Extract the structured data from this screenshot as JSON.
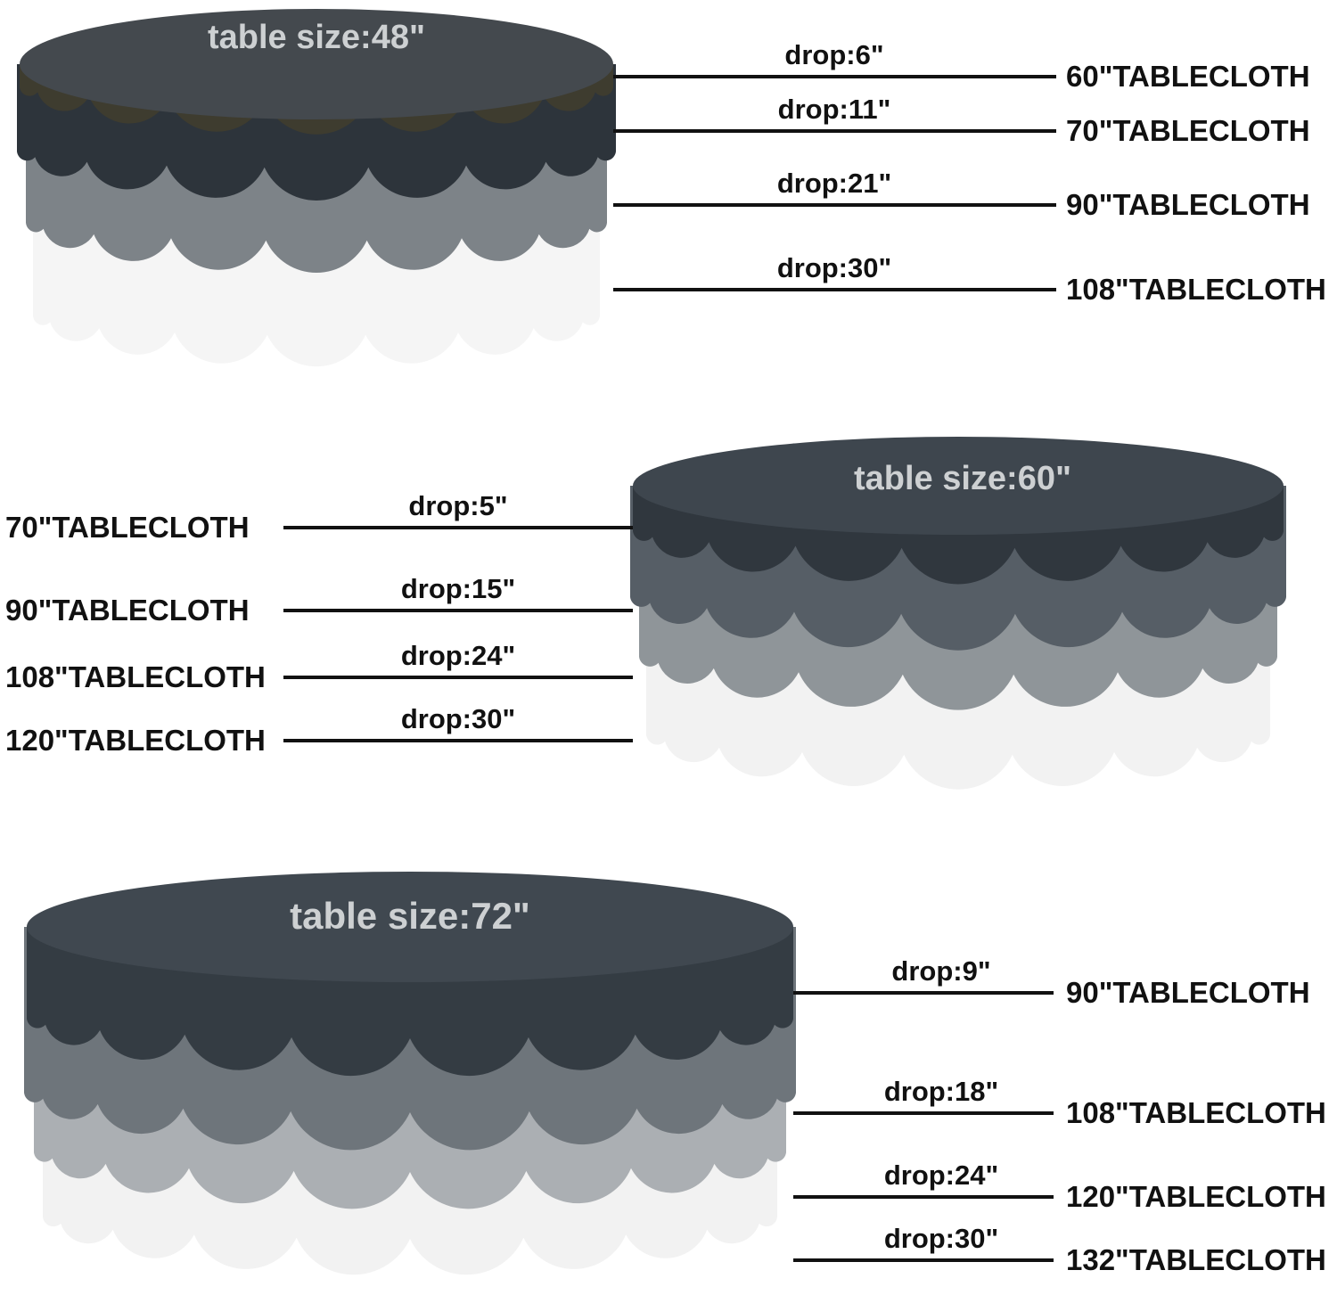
{
  "diagrams": [
    {
      "table_label": "table size:48\"",
      "annotation_side": "right",
      "top_color": "#44494e",
      "label_color": "#cdd0d2",
      "layers": [
        {
          "drop": "drop:6\"",
          "cloth": "60\"TABLECLOTH",
          "color": "#3e3c2f"
        },
        {
          "drop": "drop:11\"",
          "cloth": "70\"TABLECLOTH",
          "color": "#2d343b"
        },
        {
          "drop": "drop:21\"",
          "cloth": "90\"TABLECLOTH",
          "color": "#7d8388"
        },
        {
          "drop": "drop:30\"",
          "cloth": "108\"TABLECLOTH",
          "color": "#f5f5f5"
        }
      ]
    },
    {
      "table_label": "table size:60\"",
      "annotation_side": "left",
      "top_color": "#3e464e",
      "label_color": "#cdd0d2",
      "layers": [
        {
          "drop": "drop:5\"",
          "cloth": "70\"TABLECLOTH",
          "color": "#30373e"
        },
        {
          "drop": "drop:15\"",
          "cloth": "90\"TABLECLOTH",
          "color": "#565e66"
        },
        {
          "drop": "drop:24\"",
          "cloth": "108\"TABLECLOTH",
          "color": "#8f9599"
        },
        {
          "drop": "drop:30\"",
          "cloth": "120\"TABLECLOTH",
          "color": "#f2f2f2"
        }
      ]
    },
    {
      "table_label": "table size:72\"",
      "annotation_side": "right",
      "top_color": "#404850",
      "label_color": "#cdd0d2",
      "layers": [
        {
          "drop": "drop:9\"",
          "cloth": "90\"TABLECLOTH",
          "color": "#343c43"
        },
        {
          "drop": "drop:18\"",
          "cloth": "108\"TABLECLOTH",
          "color": "#6e757b"
        },
        {
          "drop": "drop:24\"",
          "cloth": "120\"TABLECLOTH",
          "color": "#abafb3"
        },
        {
          "drop": "drop:30\"",
          "cloth": "132\"TABLECLOTH",
          "color": "#f2f2f2"
        }
      ]
    }
  ],
  "styles": {
    "background": "#ffffff",
    "line_color": "#111111",
    "text_color": "#111111"
  }
}
